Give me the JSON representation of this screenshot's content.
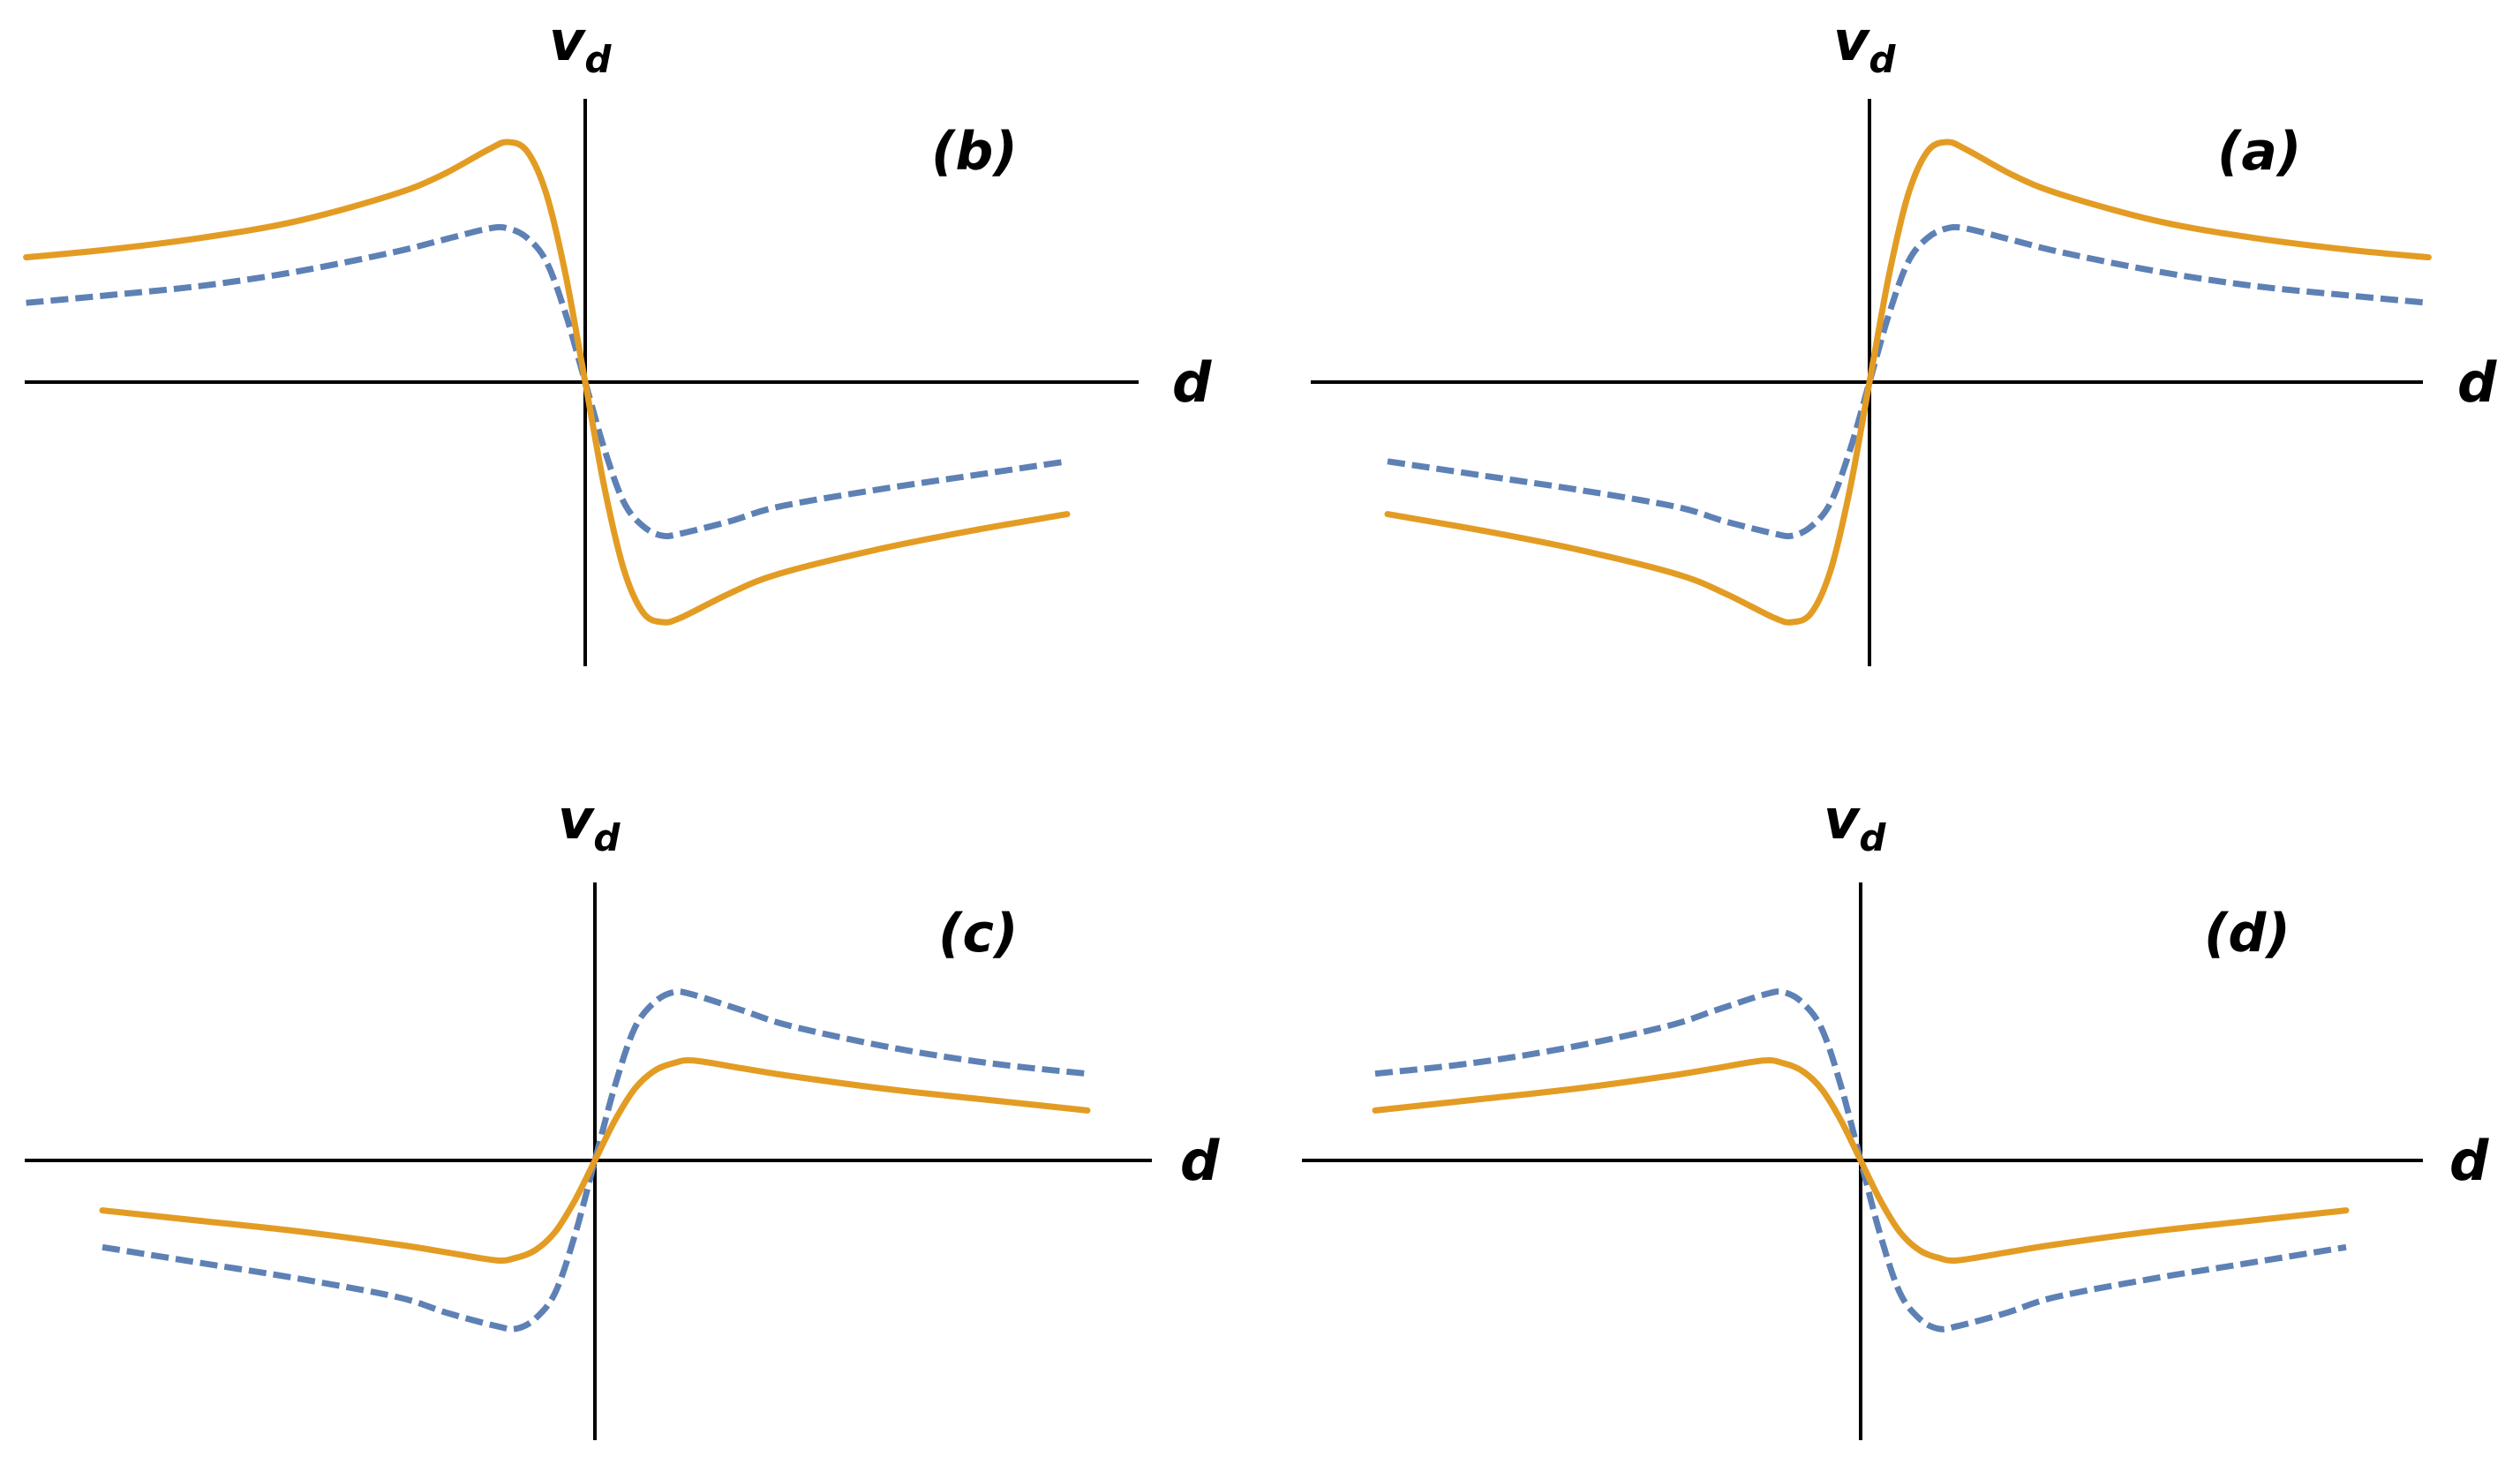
{
  "colors": {
    "solid": "#E39C23",
    "dashed": "#5E81B5",
    "axes": "#000000"
  },
  "chart_data": [
    {
      "type": "line",
      "panel": "(b)",
      "xlabel": "d",
      "ylabel_main": "v",
      "ylabel_sub": "d",
      "x": [
        -1.16,
        -1.0,
        -0.8,
        -0.6,
        -0.4,
        -0.3,
        -0.2,
        -0.16,
        -0.12,
        -0.08,
        -0.04,
        0.0,
        0.04,
        0.08,
        0.12,
        0.16,
        0.2,
        0.3,
        0.4,
        0.6,
        0.8,
        1.0
      ],
      "series": [
        {
          "style": "solid",
          "values": [
            0.52,
            0.55,
            0.6,
            0.67,
            0.78,
            0.86,
            0.97,
            1.0,
            0.96,
            0.78,
            0.44,
            0.0,
            -0.44,
            -0.78,
            -0.96,
            -1.0,
            -0.98,
            -0.88,
            -0.8,
            -0.7,
            -0.62,
            -0.55
          ]
        },
        {
          "style": "dashed",
          "values": [
            0.33,
            0.36,
            0.4,
            0.46,
            0.54,
            0.59,
            0.64,
            0.64,
            0.6,
            0.5,
            0.28,
            0.0,
            -0.28,
            -0.5,
            -0.6,
            -0.64,
            -0.63,
            -0.58,
            -0.52,
            -0.45,
            -0.39,
            -0.33
          ]
        }
      ]
    },
    {
      "type": "line",
      "panel": "(a)",
      "xlabel": "d",
      "ylabel_main": "v",
      "ylabel_sub": "d",
      "x": [
        -1.0,
        -0.8,
        -0.6,
        -0.4,
        -0.3,
        -0.2,
        -0.16,
        -0.12,
        -0.08,
        -0.04,
        0.0,
        0.04,
        0.08,
        0.12,
        0.16,
        0.2,
        0.3,
        0.4,
        0.6,
        0.8,
        1.0,
        1.16
      ],
      "series": [
        {
          "style": "solid",
          "values": [
            -0.55,
            -0.62,
            -0.7,
            -0.8,
            -0.88,
            -0.98,
            -1.0,
            -0.96,
            -0.78,
            -0.44,
            0.0,
            0.44,
            0.78,
            0.96,
            1.0,
            0.97,
            0.86,
            0.78,
            0.67,
            0.6,
            0.55,
            0.52
          ]
        },
        {
          "style": "dashed",
          "values": [
            -0.33,
            -0.39,
            -0.45,
            -0.52,
            -0.58,
            -0.63,
            -0.64,
            -0.6,
            -0.5,
            -0.28,
            0.0,
            0.28,
            0.5,
            0.6,
            0.64,
            0.64,
            0.59,
            0.54,
            0.46,
            0.4,
            0.36,
            0.33
          ]
        }
      ]
    },
    {
      "type": "line",
      "panel": "(c)",
      "xlabel": "d",
      "ylabel_main": "v",
      "ylabel_sub": "d",
      "x": [
        -1.0,
        -0.8,
        -0.6,
        -0.4,
        -0.3,
        -0.2,
        -0.16,
        -0.12,
        -0.08,
        -0.04,
        0.0,
        0.04,
        0.08,
        0.12,
        0.16,
        0.2,
        0.3,
        0.4,
        0.6,
        0.8,
        1.0
      ],
      "series": [
        {
          "style": "solid",
          "values": [
            -0.19,
            -0.23,
            -0.27,
            -0.32,
            -0.35,
            -0.38,
            -0.37,
            -0.34,
            -0.27,
            -0.15,
            0.0,
            0.15,
            0.27,
            0.34,
            0.37,
            0.38,
            0.35,
            0.32,
            0.27,
            0.23,
            0.19
          ]
        },
        {
          "style": "dashed",
          "values": [
            -0.33,
            -0.39,
            -0.45,
            -0.52,
            -0.58,
            -0.63,
            -0.64,
            -0.6,
            -0.5,
            -0.28,
            0.0,
            0.28,
            0.5,
            0.6,
            0.64,
            0.63,
            0.57,
            0.51,
            0.43,
            0.37,
            0.33
          ]
        }
      ]
    },
    {
      "type": "line",
      "panel": "(d)",
      "xlabel": "d",
      "ylabel_main": "v",
      "ylabel_sub": "d",
      "x": [
        -1.0,
        -0.8,
        -0.6,
        -0.4,
        -0.3,
        -0.2,
        -0.16,
        -0.12,
        -0.08,
        -0.04,
        0.0,
        0.04,
        0.08,
        0.12,
        0.16,
        0.2,
        0.3,
        0.4,
        0.6,
        0.8,
        1.0
      ],
      "series": [
        {
          "style": "solid",
          "values": [
            0.19,
            0.23,
            0.27,
            0.32,
            0.35,
            0.38,
            0.37,
            0.34,
            0.27,
            0.15,
            0.0,
            -0.15,
            -0.27,
            -0.34,
            -0.37,
            -0.38,
            -0.35,
            -0.32,
            -0.27,
            -0.23,
            -0.19
          ]
        },
        {
          "style": "dashed",
          "values": [
            0.33,
            0.37,
            0.43,
            0.51,
            0.57,
            0.63,
            0.64,
            0.6,
            0.5,
            0.28,
            0.0,
            -0.28,
            -0.5,
            -0.6,
            -0.64,
            -0.63,
            -0.58,
            -0.52,
            -0.45,
            -0.39,
            -0.33
          ]
        }
      ]
    }
  ]
}
